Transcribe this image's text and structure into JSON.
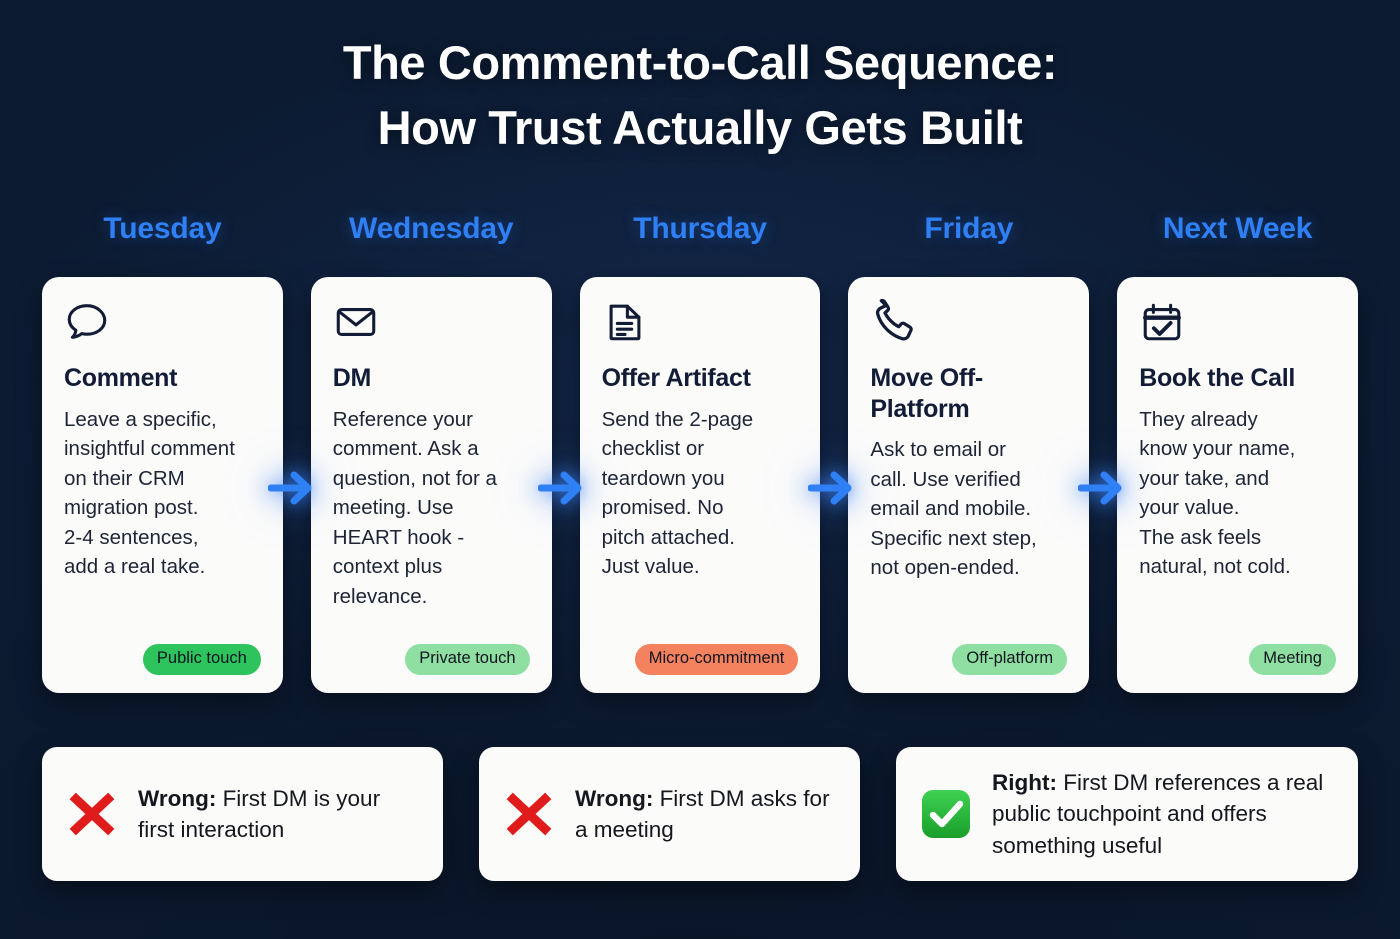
{
  "background_color": "#0c1b32",
  "accent_color": "#2f7ff5",
  "card_color": "#fbfbfa",
  "title": {
    "line1": "The Comment-to-Call Sequence:",
    "line2": "How Trust Actually Gets Built"
  },
  "steps": [
    {
      "day": "Tuesday",
      "icon": "speech-bubble-icon",
      "title": "Comment",
      "body": "Leave a specific,\ninsightful comment\non their CRM\nmigration post.\n2-4 sentences,\nadd a real take.",
      "badge": "Public touch",
      "badge_color": "#2ec45d"
    },
    {
      "day": "Wednesday",
      "icon": "envelope-icon",
      "title": "DM",
      "body": "Reference your\ncomment. Ask a\nquestion, not for a\nmeeting. Use\nHEART hook -\ncontext plus\nrelevance.",
      "badge": "Private touch",
      "badge_color": "#8edfa1"
    },
    {
      "day": "Thursday",
      "icon": "document-icon",
      "title": "Offer Artifact",
      "body": "Send the 2-page\nchecklist or\nteardown you\npromised. No\npitch attached.\nJust value.",
      "badge": "Micro-commitment",
      "badge_color": "#f4825f"
    },
    {
      "day": "Friday",
      "icon": "phone-icon",
      "title": "Move Off-Platform",
      "body": "Ask to email or\ncall. Use verified\nemail and mobile.\nSpecific next step,\nnot open-ended.",
      "badge": "Off-platform",
      "badge_color": "#8edfa1"
    },
    {
      "day": "Next Week",
      "icon": "calendar-check-icon",
      "title": "Book the Call",
      "body": "They already\nknow your name,\nyour take, and\nyour value.\nThe ask feels\nnatural, not cold.",
      "badge": "Meeting",
      "badge_color": "#8edfa1"
    }
  ],
  "arrow_icon": "arrow-right-icon",
  "callouts": [
    {
      "icon": "red-cross-icon",
      "lead": "Wrong:",
      "text": " First DM is your first interaction"
    },
    {
      "icon": "red-cross-icon",
      "lead": "Wrong:",
      "text": " First DM asks for a meeting"
    },
    {
      "icon": "green-check-icon",
      "lead": "Right:",
      "text": " First DM references a real public touchpoint and offers something useful"
    }
  ]
}
